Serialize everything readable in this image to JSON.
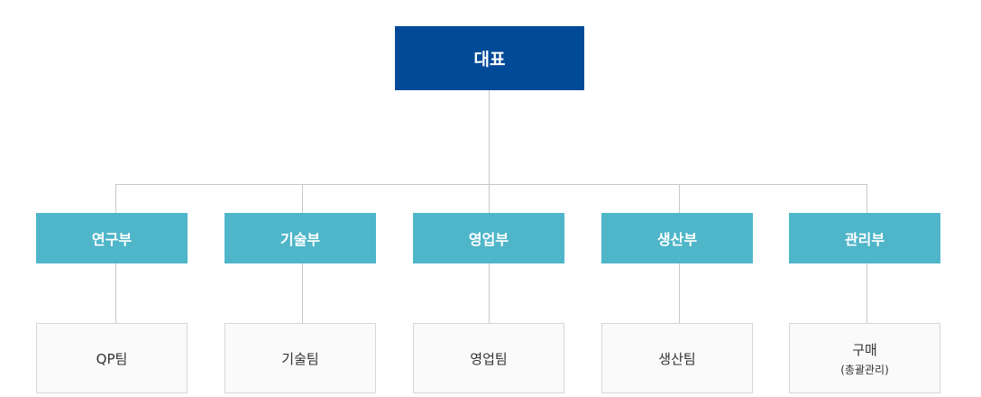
{
  "ceo": {
    "label": "대표"
  },
  "colors": {
    "ceo": "#004a98",
    "department": "#4fb6c9",
    "team_bg": "#fafafa",
    "line": "#c8c8c8"
  },
  "departments": [
    {
      "label": "연구부",
      "team": "QP팀",
      "team_sub": ""
    },
    {
      "label": "기술부",
      "team": "기술팀",
      "team_sub": ""
    },
    {
      "label": "영업부",
      "team": "영업팀",
      "team_sub": ""
    },
    {
      "label": "생산부",
      "team": "생산팀",
      "team_sub": ""
    },
    {
      "label": "관리부",
      "team": "구매",
      "team_sub": "(총괄관리)"
    }
  ]
}
